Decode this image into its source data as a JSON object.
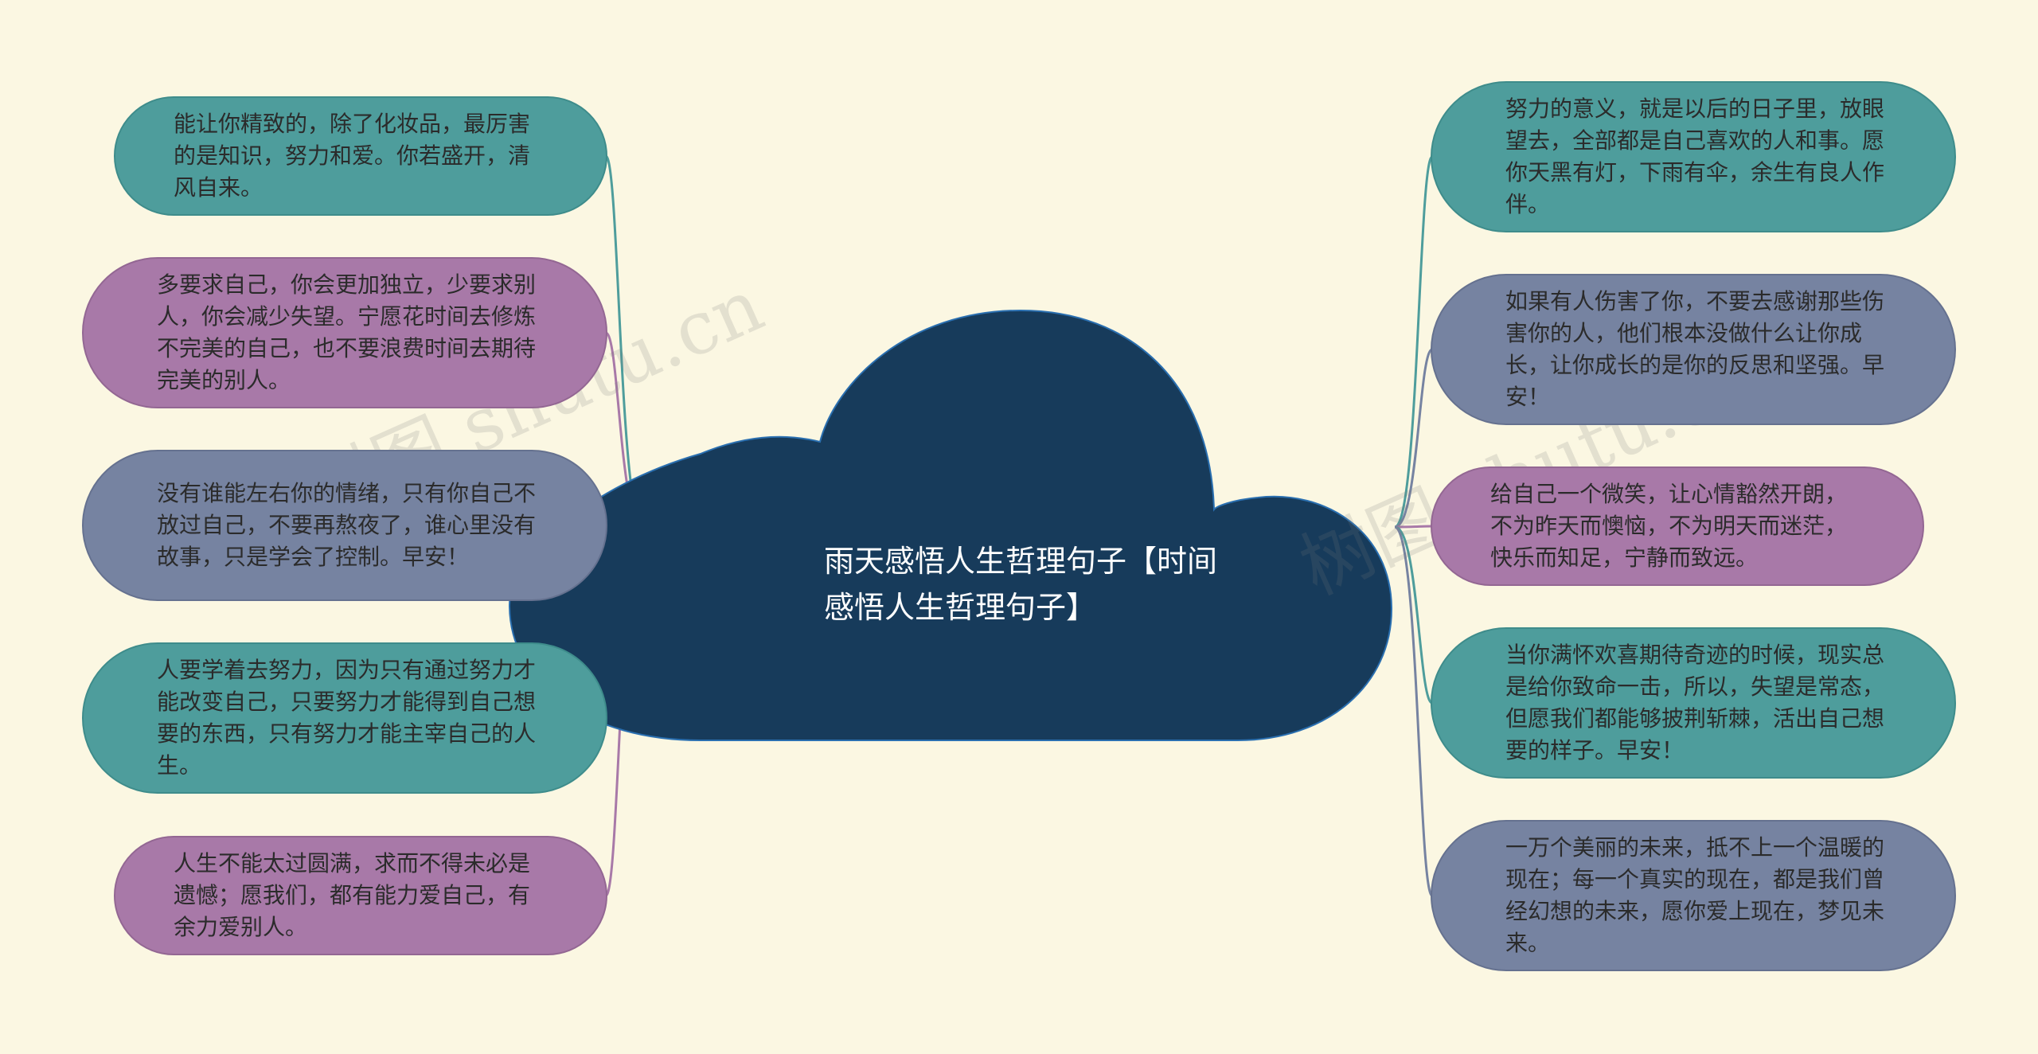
{
  "central": {
    "title": "雨天感悟人生哲理句子【时间感悟人生哲理句子】"
  },
  "left_nodes": [
    {
      "text": "能让你精致的，除了化妆品，最厉害的是知识，努力和爱。你若盛开，清风自来。",
      "color": "teal"
    },
    {
      "text": "多要求自己，你会更加独立，少要求别人，你会减少失望。宁愿花时间去修炼不完美的自己，也不要浪费时间去期待完美的别人。",
      "color": "purple"
    },
    {
      "text": "没有谁能左右你的情绪，只有你自己不放过自己，不要再熬夜了，谁心里没有故事，只是学会了控制。早安！",
      "color": "slate"
    },
    {
      "text": "人要学着去努力，因为只有通过努力才能改变自己，只要努力才能得到自己想要的东西，只有努力才能主宰自己的人生。",
      "color": "teal"
    },
    {
      "text": "人生不能太过圆满，求而不得未必是遗憾；愿我们，都有能力爱自己，有余力爱别人。",
      "color": "purple"
    }
  ],
  "right_nodes": [
    {
      "text": "努力的意义，就是以后的日子里，放眼望去，全部都是自己喜欢的人和事。愿你天黑有灯，下雨有伞，余生有良人作伴。",
      "color": "teal"
    },
    {
      "text": "如果有人伤害了你，不要去感谢那些伤害你的人，他们根本没做什么让你成长，让你成长的是你的反思和坚强。早安！",
      "color": "slate"
    },
    {
      "text": "给自己一个微笑，让心情豁然开朗，不为昨天而懊恼，不为明天而迷茫，快乐而知足，宁静而致远。",
      "color": "purple"
    },
    {
      "text": "当你满怀欢喜期待奇迹的时候，现实总是给你致命一击，所以，失望是常态，但愿我们都能够披荆斩棘，活出自己想要的样子。早安！",
      "color": "teal"
    },
    {
      "text": "一万个美丽的未来，抵不上一个温暖的现在；每一个真实的现在，都是我们曾经幻想的未来，愿你爱上现在，梦见未来。",
      "color": "slate"
    }
  ],
  "watermarks": [
    "树图 shutu.cn",
    "树图 shutu.cn"
  ],
  "colors": {
    "background": "#fbf7e2",
    "cloud": "#173b5b",
    "teal": "#4e9d9c",
    "purple": "#a879a8",
    "slate": "#7683a1"
  }
}
